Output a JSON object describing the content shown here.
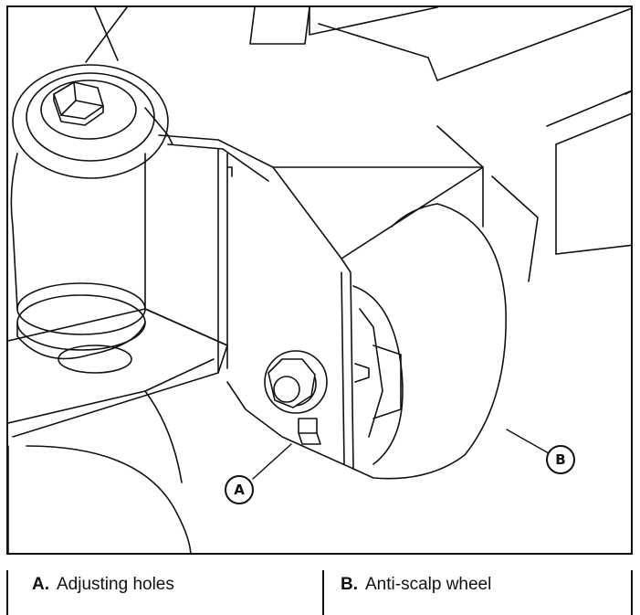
{
  "figure": {
    "callouts": [
      {
        "letter": "A",
        "label": "Adjusting holes"
      },
      {
        "letter": "B",
        "label": "Anti-scalp wheel"
      }
    ]
  },
  "legend": {
    "items": [
      {
        "key": "A.",
        "text": "Adjusting holes"
      },
      {
        "key": "B.",
        "text": "Anti-scalp wheel"
      }
    ]
  },
  "colors": {
    "stroke": "#111111",
    "background": "#ffffff"
  }
}
